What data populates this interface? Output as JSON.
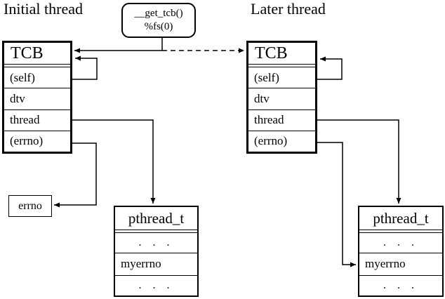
{
  "diagram": {
    "colors": {
      "line": "#000000",
      "background": "#ffffff"
    },
    "left_label": "Initial thread",
    "right_label": "Later thread",
    "getter_box": {
      "line1": "__get_tcb()",
      "line2": "%fs(0)"
    },
    "tcb_initial": {
      "header": "TCB",
      "rows": [
        "(self)",
        "dtv",
        "thread",
        "(errno)"
      ]
    },
    "tcb_later": {
      "header": "TCB",
      "rows": [
        "(self)",
        "dtv",
        "thread",
        "(errno)"
      ]
    },
    "errno_box": {
      "label": "errno"
    },
    "pthread_initial": {
      "header": "pthread_t",
      "rows": [
        ". . .",
        "myerrno",
        ". . ."
      ]
    },
    "pthread_later": {
      "header": "pthread_t",
      "rows": [
        ". . .",
        "myerrno",
        ". . ."
      ]
    },
    "connectors": [
      {
        "from": "__get_tcb() %fs(0)",
        "to": "TCB (initial thread)",
        "style": "solid",
        "arrow": "into right edge of TCB header"
      },
      {
        "from": "__get_tcb() %fs(0)",
        "to": "TCB (later thread)",
        "style": "dashed",
        "arrow": "into left edge of TCB header"
      },
      {
        "from": "TCB initial (self)",
        "to": "TCB initial header",
        "style": "solid",
        "arrow": "self loop on right side"
      },
      {
        "from": "TCB initial thread",
        "to": "pthread_t initial (top)",
        "style": "solid",
        "arrow": "down into top edge"
      },
      {
        "from": "TCB initial (errno)",
        "to": "errno box",
        "style": "solid",
        "arrow": "into right edge"
      },
      {
        "from": "TCB later (self)",
        "to": "TCB later header",
        "style": "solid",
        "arrow": "self loop on right side"
      },
      {
        "from": "TCB later thread",
        "to": "pthread_t later (top)",
        "style": "solid",
        "arrow": "down into top edge"
      },
      {
        "from": "TCB later (errno)",
        "to": "pthread_t later myerrno",
        "style": "solid",
        "arrow": "into left edge of myerrno row"
      }
    ]
  }
}
